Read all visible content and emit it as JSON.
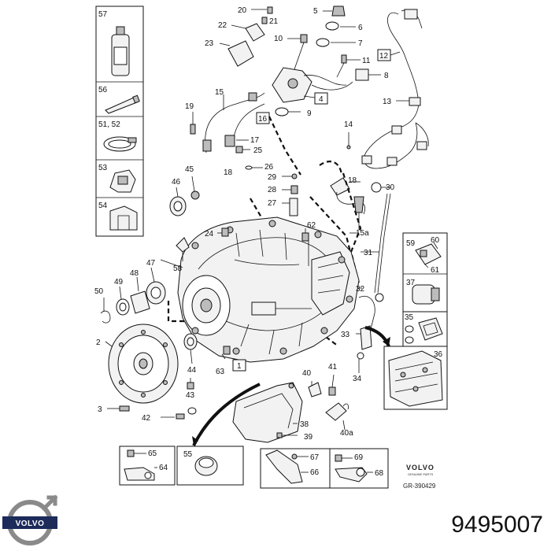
{
  "part_number": "9495007",
  "brand": {
    "logo_text": "VOLVO",
    "small_logo_text": "VOLVO",
    "small_logo_subtext": "GENUINE PARTS",
    "diagram_ref": "GR-390429"
  },
  "callouts": {
    "c57": "57",
    "c56": "56",
    "c51_52": "51, 52",
    "c53": "53",
    "c54": "54",
    "c20": "20",
    "c21": "21",
    "c22": "22",
    "c23": "23",
    "c10": "10",
    "c5": "5",
    "c6": "6",
    "c7": "7",
    "c11": "11",
    "c12": "12",
    "c8": "8",
    "c4": "4",
    "c9": "9",
    "c16": "16",
    "c13": "13",
    "c15": "15",
    "c19": "19",
    "c14": "14",
    "c17": "17",
    "c25": "25",
    "c18a": "18",
    "c26": "26",
    "c29": "29",
    "c18b": "18",
    "c30": "30",
    "c28": "28",
    "c45": "45",
    "c46": "46",
    "c27": "27",
    "c15a": "15a",
    "c62": "62",
    "c24": "24",
    "c60": "60",
    "c59": "59",
    "c61": "61",
    "c31": "31",
    "c47": "47",
    "c58": "58",
    "c48": "48",
    "c49": "49",
    "c50": "50",
    "c37": "37",
    "c32": "32",
    "c35": "35",
    "c2": "2",
    "c44": "44",
    "c33": "33",
    "c36": "36",
    "c63": "63",
    "c1": "1",
    "c40": "40",
    "c41": "41",
    "c34": "34",
    "c43": "43",
    "c3": "3",
    "c42": "42",
    "c38": "38",
    "c40a": "40a",
    "c39": "39",
    "c65": "65",
    "c64": "64",
    "c55": "55",
    "c67": "67",
    "c66": "66",
    "c69": "69",
    "c68": "68"
  }
}
